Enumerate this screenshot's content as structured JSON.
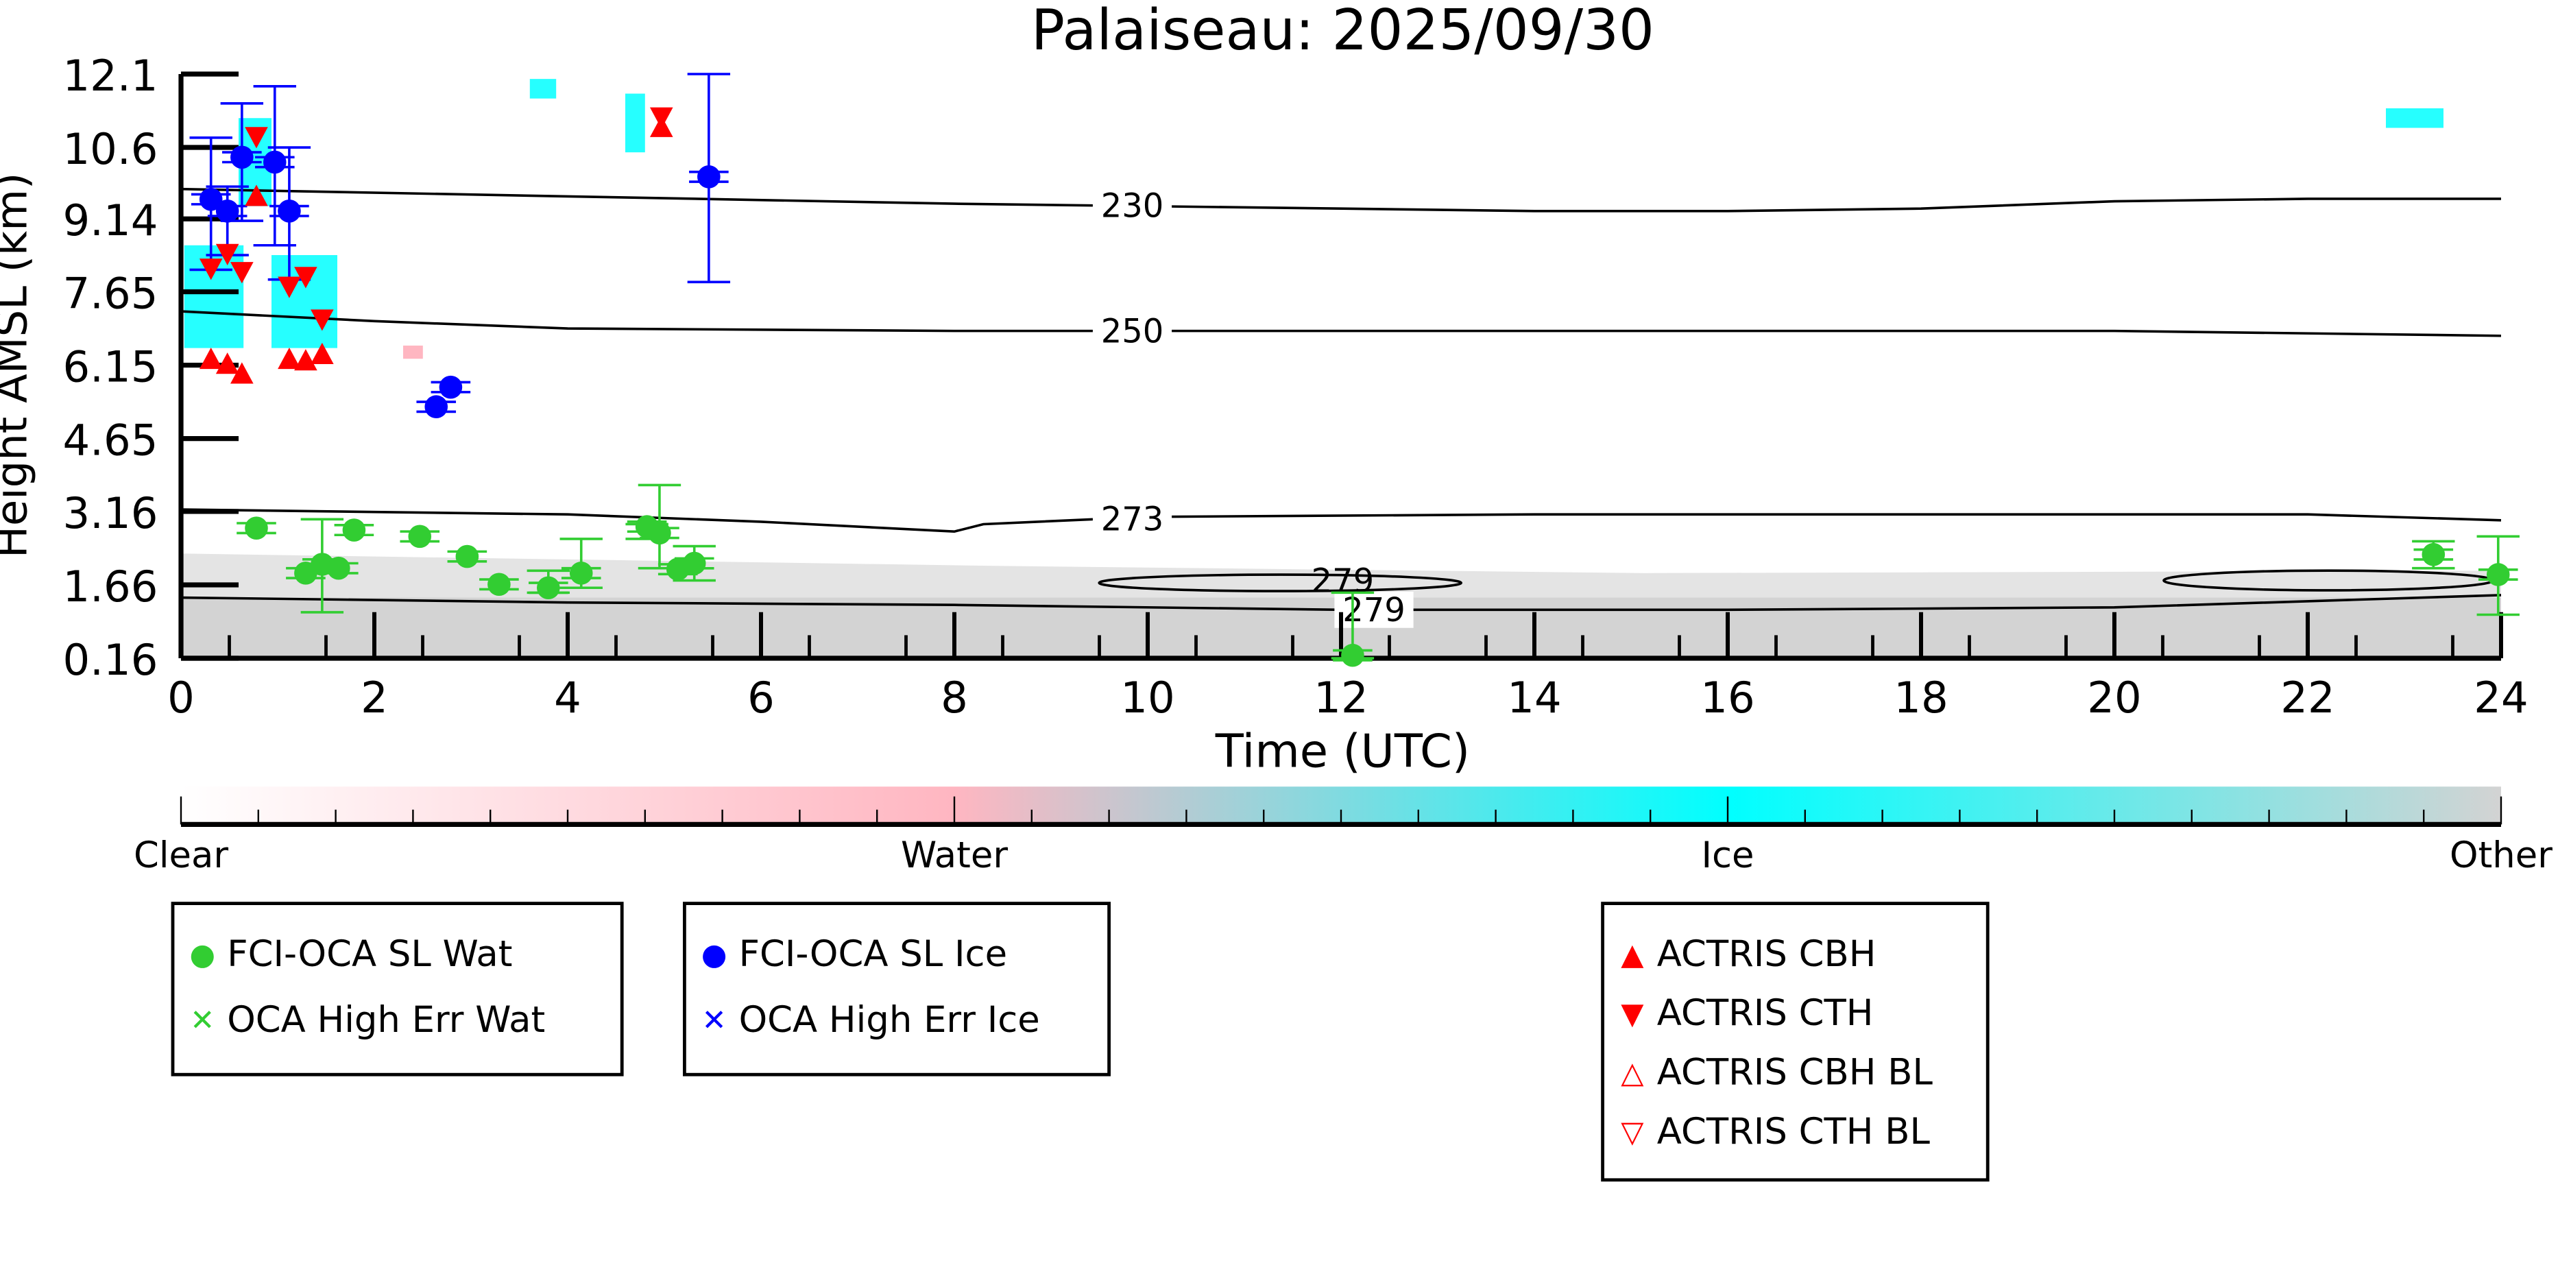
{
  "chart_data": {
    "type": "scatter",
    "title": "Palaiseau: 2025/09/30",
    "xlabel": "Time (UTC)",
    "ylabel": "Height AMSL (km)",
    "xlim": [
      0,
      24
    ],
    "ylim": [
      0.16,
      12.1
    ],
    "xticks": [
      "0",
      "2",
      "4",
      "6",
      "8",
      "10",
      "12",
      "14",
      "16",
      "18",
      "20",
      "22",
      "24"
    ],
    "yticks": [
      "0.16",
      "1.66",
      "3.16",
      "4.65",
      "6.15",
      "7.65",
      "9.14",
      "10.6",
      "12.1"
    ],
    "colorbar": {
      "labels": [
        "Clear",
        "Water",
        "Ice",
        "Other"
      ],
      "colors": [
        "#ffffff",
        "#ffb6c1",
        "#00ffff",
        "#d3d3d3"
      ]
    },
    "colors": {
      "wat": "#32cd32",
      "ice": "#0000ff",
      "actris": "#ff0000",
      "other": "#d3d3d3",
      "iceField": "#00ffff"
    },
    "series": [
      {
        "name": "FCI-OCA SL Wat",
        "marker": "circle",
        "color": "#32cd32",
        "points": [
          {
            "t": 0.78,
            "h": 2.82,
            "lo": 2.82,
            "hi": 2.82
          },
          {
            "t": 1.29,
            "h": 1.9,
            "lo": 1.9,
            "hi": 1.9
          },
          {
            "t": 1.46,
            "h": 2.08,
            "lo": 1.1,
            "hi": 3.0
          },
          {
            "t": 1.63,
            "h": 2.0,
            "lo": 2.0,
            "hi": 2.0
          },
          {
            "t": 1.79,
            "h": 2.78,
            "lo": 2.78,
            "hi": 2.78
          },
          {
            "t": 2.47,
            "h": 2.65,
            "lo": 2.65,
            "hi": 2.65
          },
          {
            "t": 2.96,
            "h": 2.24,
            "lo": 2.24,
            "hi": 2.24
          },
          {
            "t": 3.29,
            "h": 1.67,
            "lo": 1.67,
            "hi": 1.67
          },
          {
            "t": 3.8,
            "h": 1.6,
            "lo": 1.5,
            "hi": 1.95
          },
          {
            "t": 4.14,
            "h": 1.9,
            "lo": 1.6,
            "hi": 2.6
          },
          {
            "t": 4.82,
            "h": 2.85,
            "lo": 2.6,
            "hi": 2.9
          },
          {
            "t": 4.95,
            "h": 2.72,
            "lo": 2.0,
            "hi": 3.7
          },
          {
            "t": 5.14,
            "h": 1.98,
            "lo": 1.98,
            "hi": 1.98
          },
          {
            "t": 5.31,
            "h": 2.1,
            "lo": 1.75,
            "hi": 2.45
          },
          {
            "t": 12.12,
            "h": 0.22,
            "lo": 0.16,
            "hi": 1.5
          },
          {
            "t": 23.3,
            "h": 2.28,
            "lo": 2.0,
            "hi": 2.55
          },
          {
            "t": 23.97,
            "h": 1.87,
            "lo": 1.05,
            "hi": 2.65
          }
        ]
      },
      {
        "name": "FCI-OCA SL Ice",
        "marker": "circle",
        "color": "#0000ff",
        "points": [
          {
            "t": 0.31,
            "h": 9.54,
            "lo": 8.1,
            "hi": 10.8
          },
          {
            "t": 0.48,
            "h": 9.3,
            "lo": 8.4,
            "hi": 9.8
          },
          {
            "t": 0.63,
            "h": 10.4,
            "lo": 9.1,
            "hi": 11.5
          },
          {
            "t": 0.97,
            "h": 10.3,
            "lo": 8.6,
            "hi": 11.85
          },
          {
            "t": 1.12,
            "h": 9.3,
            "lo": 7.9,
            "hi": 10.6
          },
          {
            "t": 2.64,
            "h": 5.3,
            "lo": 5.3,
            "hi": 5.3
          },
          {
            "t": 2.79,
            "h": 5.7,
            "lo": 5.7,
            "hi": 5.7
          },
          {
            "t": 5.46,
            "h": 10.0,
            "lo": 7.85,
            "hi": 12.1
          }
        ]
      },
      {
        "name": "ACTRIS CBH",
        "marker": "triangle-up",
        "color": "#ff0000",
        "points": [
          {
            "t": 0.31,
            "h": 6.24
          },
          {
            "t": 0.48,
            "h": 6.14
          },
          {
            "t": 0.63,
            "h": 5.94
          },
          {
            "t": 0.78,
            "h": 9.57
          },
          {
            "t": 1.12,
            "h": 6.24
          },
          {
            "t": 1.29,
            "h": 6.21
          },
          {
            "t": 1.46,
            "h": 6.34
          },
          {
            "t": 4.97,
            "h": 10.98
          }
        ]
      },
      {
        "name": "ACTRIS CTH",
        "marker": "triangle-down",
        "color": "#ff0000",
        "points": [
          {
            "t": 0.31,
            "h": 8.16
          },
          {
            "t": 0.48,
            "h": 8.46
          },
          {
            "t": 0.63,
            "h": 8.09
          },
          {
            "t": 0.78,
            "h": 10.85
          },
          {
            "t": 1.12,
            "h": 7.79
          },
          {
            "t": 1.29,
            "h": 7.99
          },
          {
            "t": 1.46,
            "h": 7.12
          },
          {
            "t": 4.97,
            "h": 11.25
          }
        ]
      }
    ],
    "contours": [
      {
        "label": "230",
        "t": [
          0,
          4,
          8,
          12,
          14,
          16,
          18,
          20,
          22,
          24
        ],
        "h": [
          9.75,
          9.6,
          9.45,
          9.35,
          9.3,
          9.3,
          9.35,
          9.5,
          9.55,
          9.55
        ],
        "label_t": 9.5
      },
      {
        "label": "250",
        "t": [
          0,
          2,
          4,
          8,
          12,
          16,
          20,
          24
        ],
        "h": [
          7.25,
          7.05,
          6.9,
          6.85,
          6.85,
          6.85,
          6.85,
          6.75
        ],
        "label_t": 9.5
      },
      {
        "label": "273",
        "t": [
          0,
          2,
          4,
          6,
          8,
          8.3,
          10,
          14,
          18,
          22,
          24
        ],
        "h": [
          3.2,
          3.15,
          3.1,
          2.95,
          2.75,
          2.9,
          3.05,
          3.1,
          3.1,
          3.1,
          2.98
        ],
        "label_t": 9.5
      },
      {
        "label": "279",
        "t": [
          0,
          4,
          8,
          12,
          16,
          20,
          24
        ],
        "h": [
          1.4,
          1.3,
          1.25,
          1.15,
          1.15,
          1.2,
          1.45
        ],
        "label_t": 12.0
      }
    ]
  },
  "legends": {
    "wat": [
      "FCI-OCA SL Wat",
      "OCA High Err Wat"
    ],
    "ice": [
      "FCI-OCA SL Ice",
      "OCA High Err Ice"
    ],
    "actris": [
      "ACTRIS CBH",
      "ACTRIS CTH",
      "ACTRIS CBH BL",
      "ACTRIS CTH BL"
    ]
  }
}
